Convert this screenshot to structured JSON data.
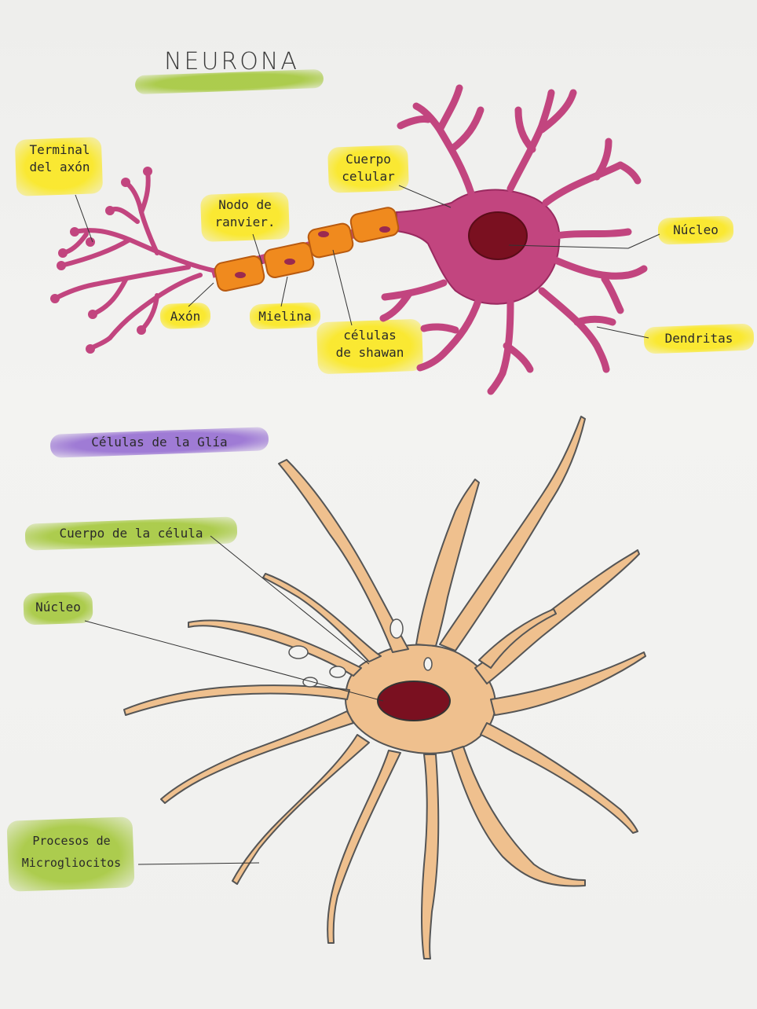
{
  "title": "NEURONA",
  "neuron_labels": {
    "axon_terminal": "Terminal\ndel axón",
    "ranvier_node": "Nodo de\nranvier.",
    "cell_body": "Cuerpo\ncelular",
    "nucleus": "Núcleo",
    "axon": "Axón",
    "myelin": "Mielina",
    "schwann_cells": "células\nde shawan",
    "dendrites": "Dendritas"
  },
  "glia_labels": {
    "heading": "Células de la Glía",
    "cell_body": "Cuerpo de la célula",
    "nucleus": "Núcleo",
    "processes": "Procesos de\nMicrogliocitos"
  },
  "colors": {
    "neuron": "#c2457f",
    "neuron_dark": "#9a2a60",
    "myelin": "#f08a1e",
    "nucleus": "#7a1020",
    "glia_fill": "#efc08e",
    "glia_stroke": "#555555",
    "highlight_yellow": "#fae828",
    "highlight_green": "#a5c83c",
    "highlight_purple": "#966ed2"
  }
}
